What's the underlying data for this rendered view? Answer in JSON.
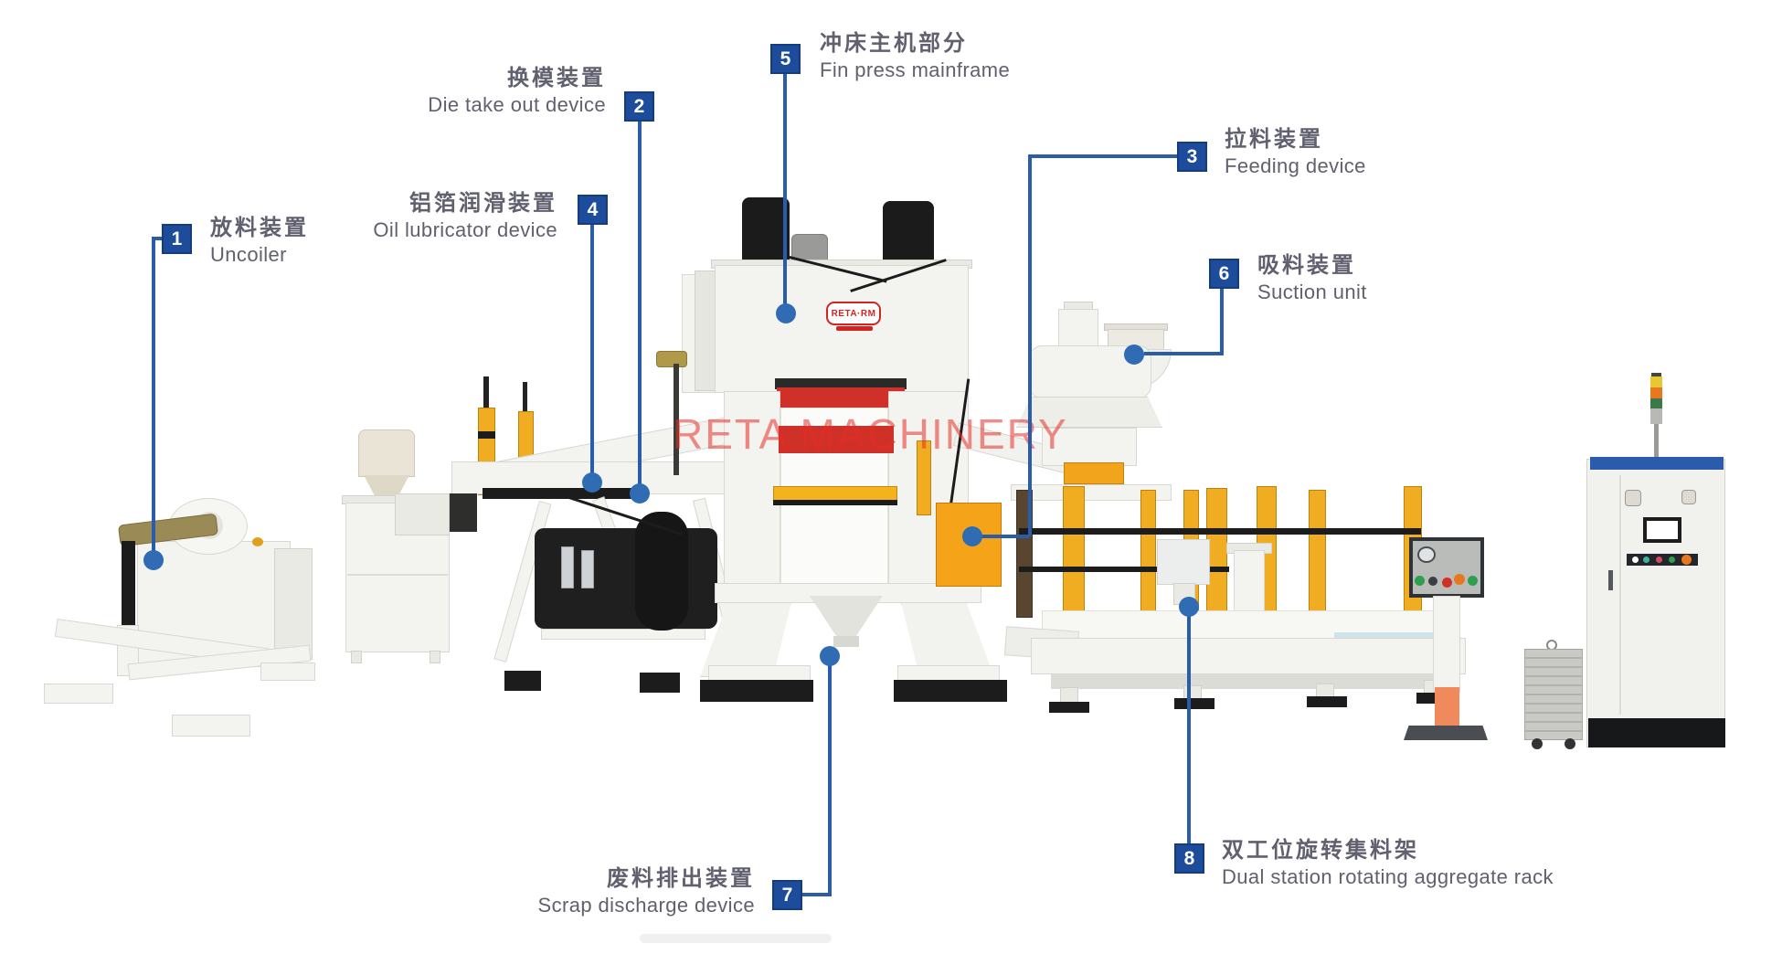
{
  "watermark": "RETA MACHINERY",
  "logo": {
    "text": "RETA·RM"
  },
  "colors": {
    "callout_line_blue": "#2a5caa",
    "badge_blue": "#1d4c9a",
    "label_text_gray": "#60606f",
    "watermark_red": "#e62d26",
    "machine_yellow": "#f0ad22",
    "press_red": "#cf3028",
    "cabinet_top_blue": "#2b5cab",
    "signal_yellow": "#e6c832",
    "signal_orange": "#e87820",
    "signal_green": "#3a7a4a"
  },
  "labels": [
    {
      "num": "1",
      "zh": "放料装置",
      "en": "Uncoiler"
    },
    {
      "num": "2",
      "zh": "换模装置",
      "en": "Die take out device"
    },
    {
      "num": "3",
      "zh": "拉料装置",
      "en": "Feeding device"
    },
    {
      "num": "4",
      "zh": "铝箔润滑装置",
      "en": "Oil lubricator device"
    },
    {
      "num": "5",
      "zh": "冲床主机部分",
      "en": "Fin press mainframe"
    },
    {
      "num": "6",
      "zh": "吸料装置",
      "en": "Suction unit"
    },
    {
      "num": "7",
      "zh": "废料排出装置",
      "en": "Scrap discharge device"
    },
    {
      "num": "8",
      "zh": "双工位旋转集料架",
      "en": "Dual station rotating aggregate rack"
    }
  ]
}
